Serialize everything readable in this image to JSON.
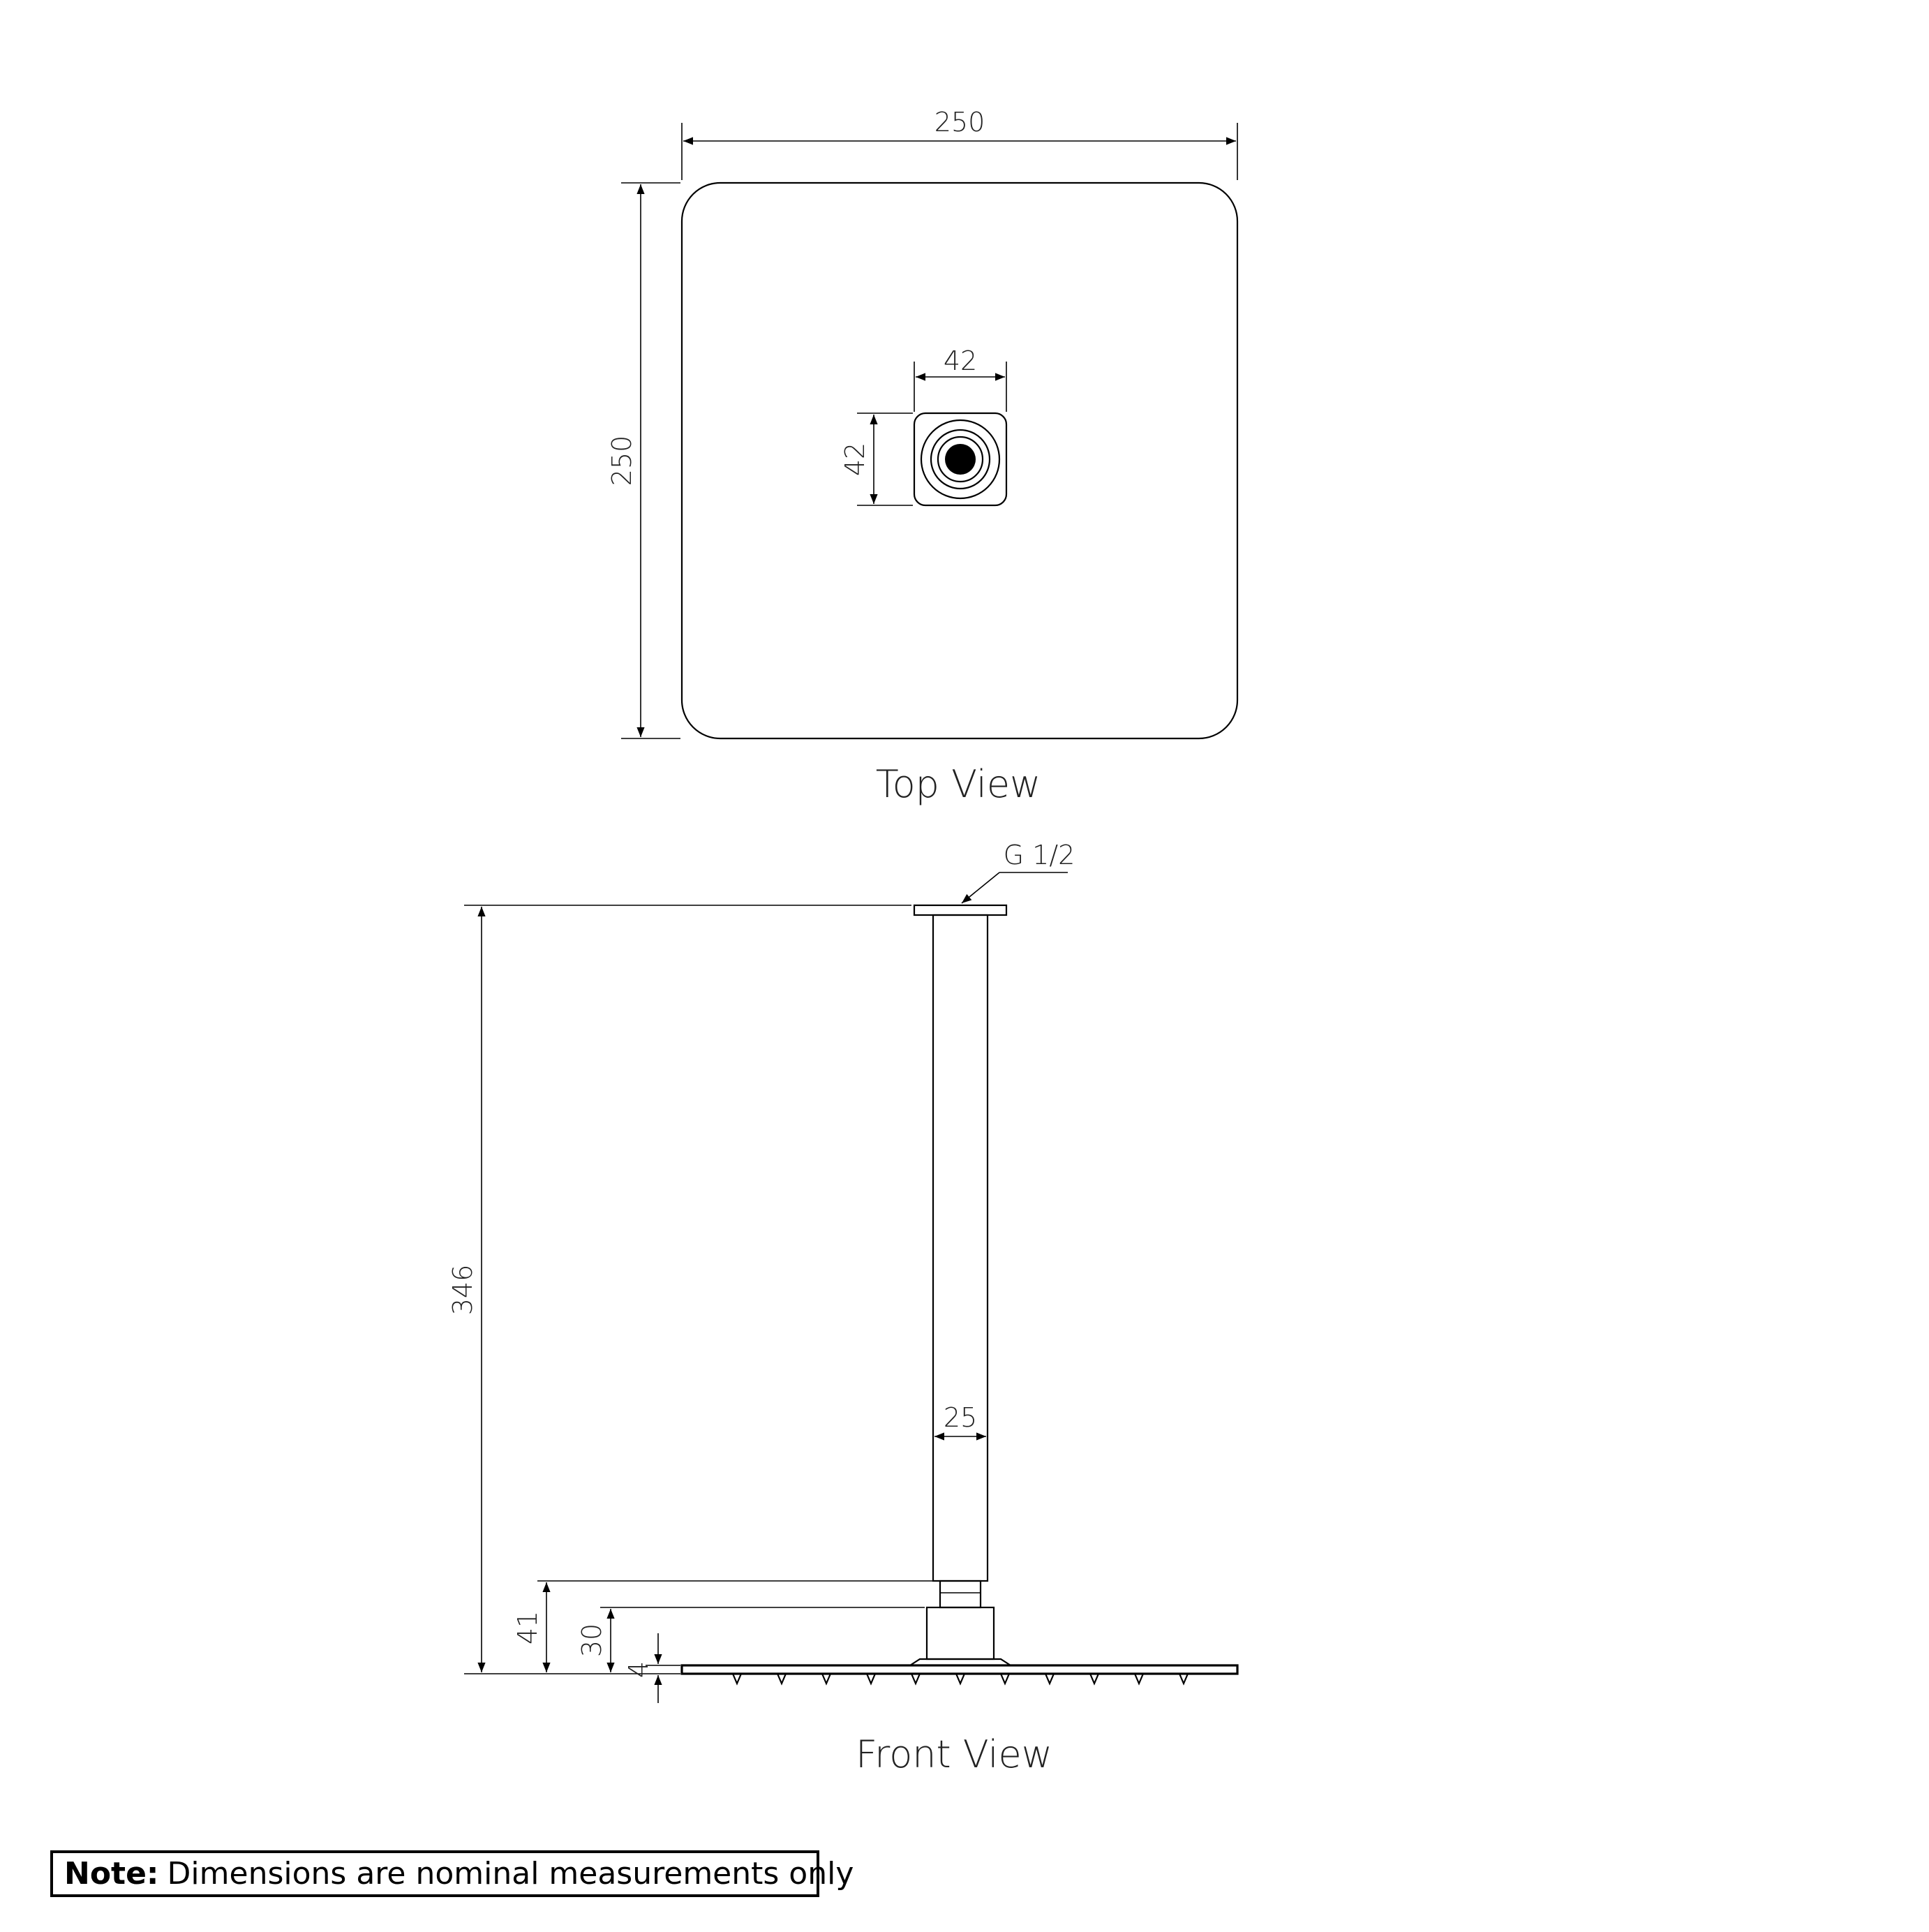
{
  "top_view": {
    "caption": "Top View",
    "width_label": "250",
    "height_label": "250",
    "flange_width_label": "42",
    "flange_height_label": "42"
  },
  "front_view": {
    "caption": "Front View",
    "thread_label": "G 1/2",
    "total_height_label": "346",
    "arm_diameter_label": "25",
    "height_41_label": "41",
    "height_30_label": "30",
    "head_thickness_label": "4"
  },
  "note": {
    "bold": "Note:",
    "text": "Dimensions are nominal measurements only"
  }
}
